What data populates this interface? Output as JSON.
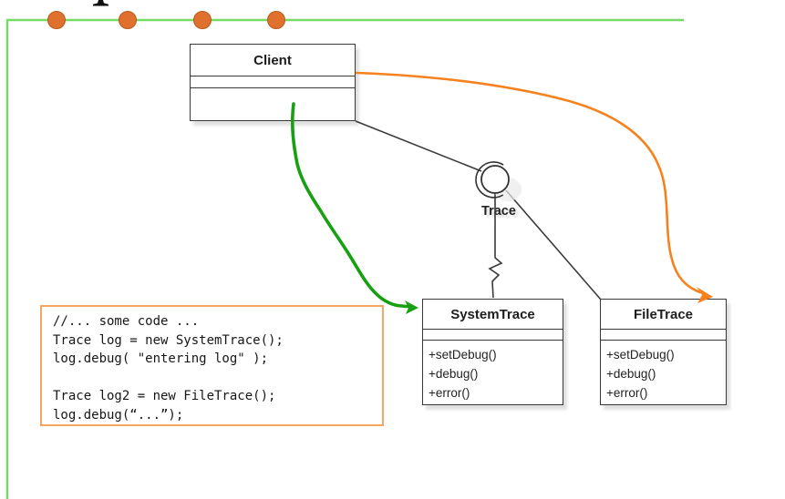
{
  "classes": {
    "client": {
      "title": "Client"
    },
    "system_trace": {
      "title": "SystemTrace",
      "methods": [
        "+setDebug()",
        "+debug()",
        "+error()"
      ]
    },
    "file_trace": {
      "title": "FileTrace",
      "methods": [
        "+setDebug()",
        "+debug()",
        "+error()"
      ]
    }
  },
  "interface": {
    "label": "Trace"
  },
  "code_box": {
    "lines": [
      "//... some code ...",
      "Trace log = new SystemTrace();",
      "log.debug( \"entering log\" );",
      "",
      "Trace log2 = new FileTrace();",
      "log.debug(“...”);"
    ]
  },
  "colors": {
    "timeline_green": "#77d966",
    "arrow_green": "#18a012",
    "arrow_orange": "#f5821f",
    "code_border_orange": "#f4a55f",
    "dot_orange": "#df702d",
    "box_border": "#383838"
  }
}
